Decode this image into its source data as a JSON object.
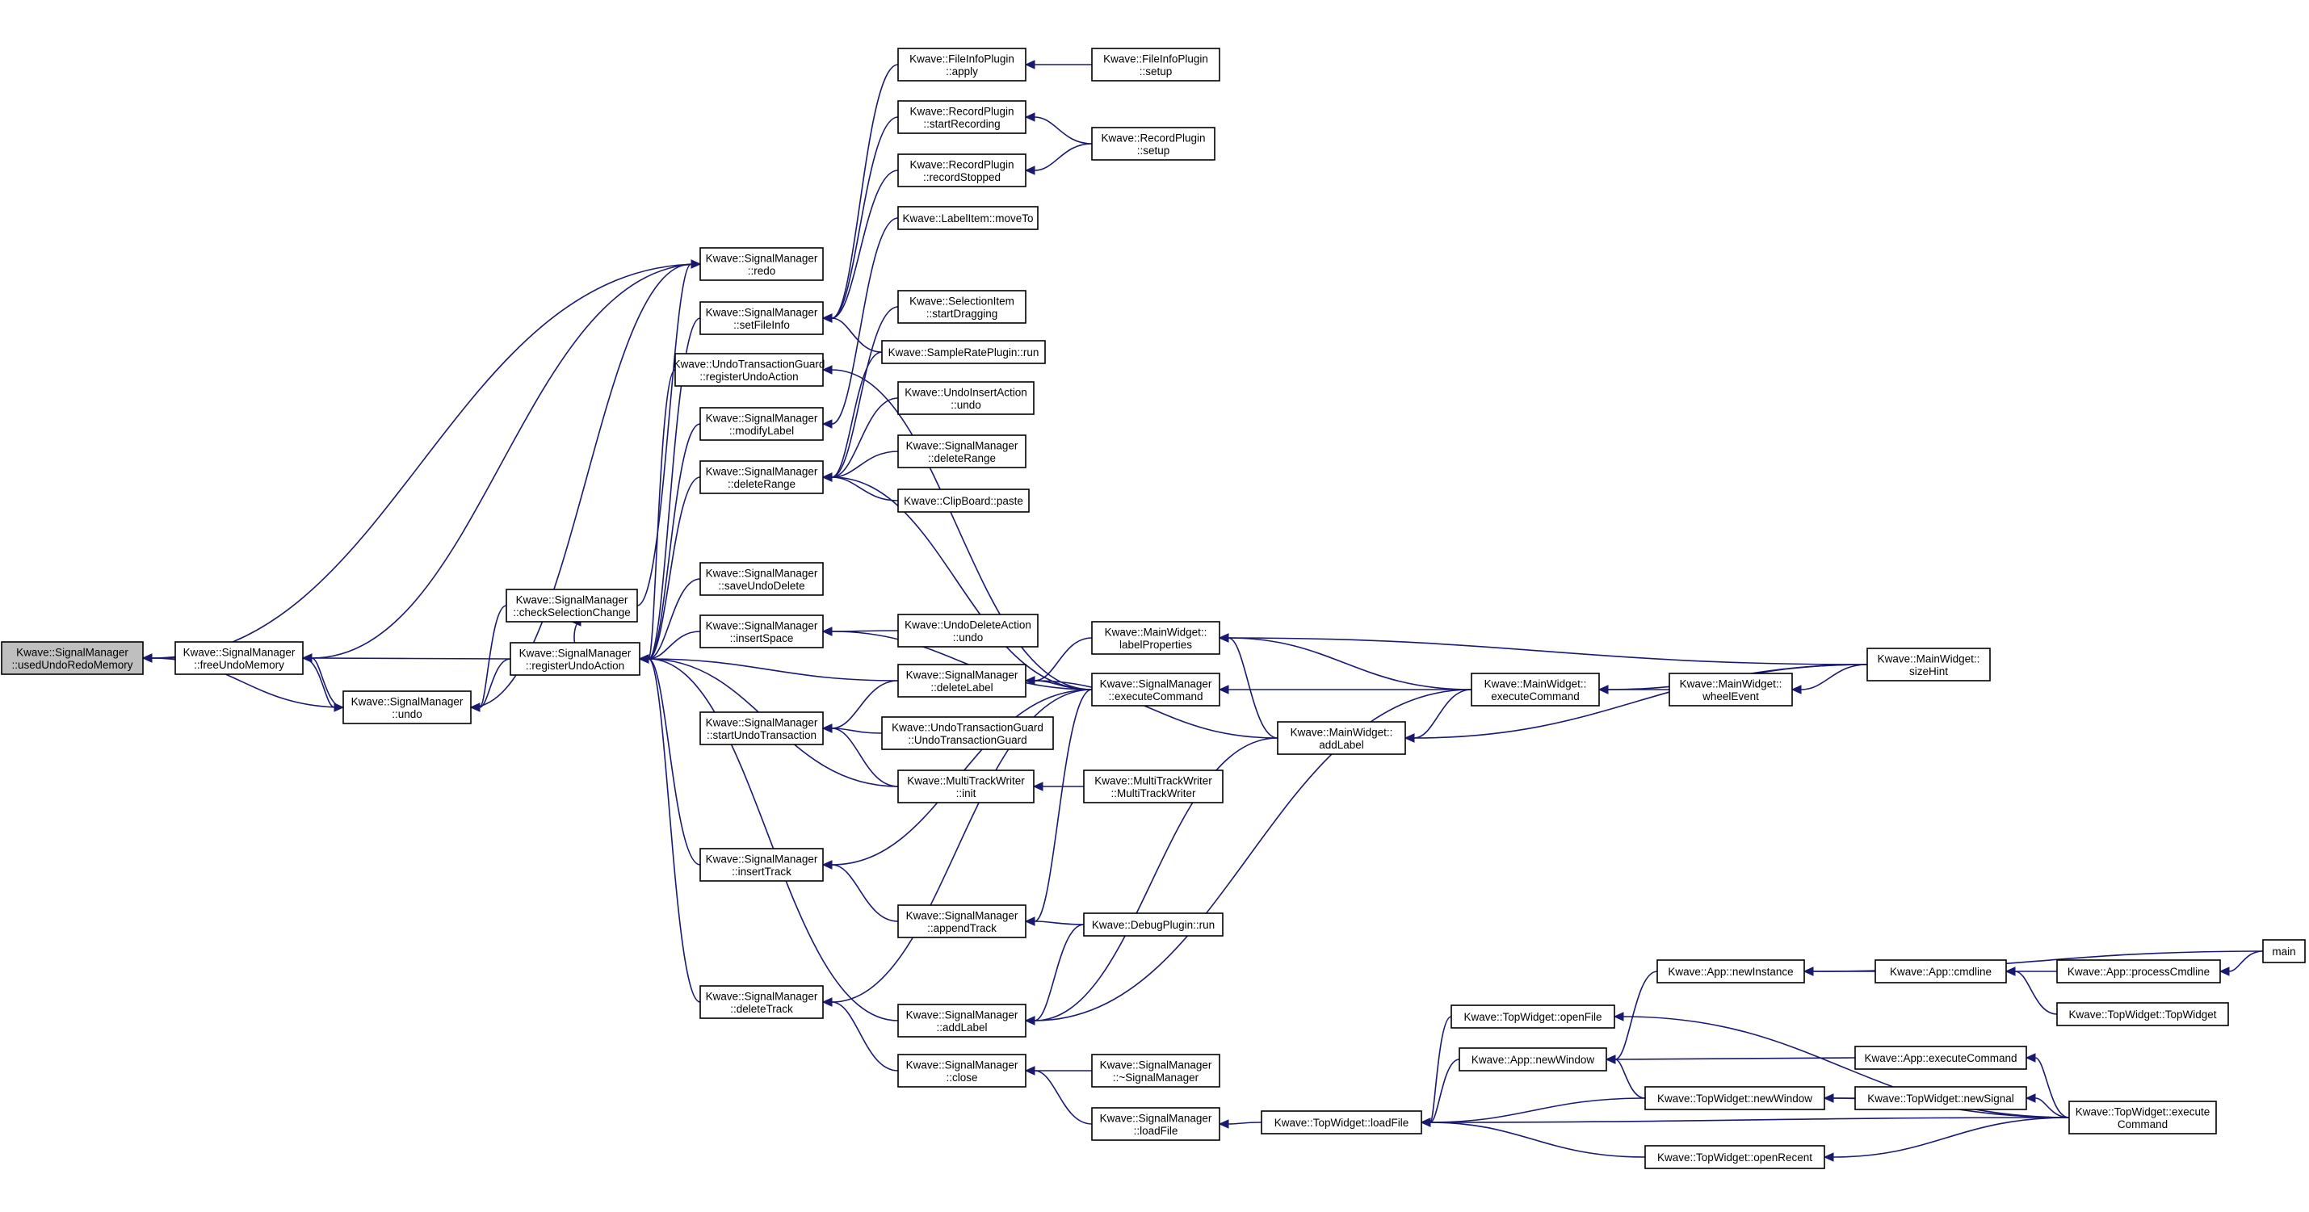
{
  "graph": {
    "edge_color": "#191970",
    "focus_fill": "#bfbfbf",
    "nodes": [
      {
        "id": "usedUndoRedoMemory",
        "lines": [
          "Kwave::SignalManager",
          "::usedUndoRedoMemory"
        ],
        "focus": true
      },
      {
        "id": "freeUndoMemory",
        "lines": [
          "Kwave::SignalManager",
          "::freeUndoMemory"
        ]
      },
      {
        "id": "undo",
        "lines": [
          "Kwave::SignalManager",
          "::undo"
        ]
      },
      {
        "id": "redo",
        "lines": [
          "Kwave::SignalManager",
          "::redo"
        ]
      },
      {
        "id": "checkSelectionChange",
        "lines": [
          "Kwave::SignalManager",
          "::checkSelectionChange"
        ]
      },
      {
        "id": "registerUndoAction",
        "lines": [
          "Kwave::SignalManager",
          "::registerUndoAction"
        ]
      },
      {
        "id": "setFileInfo",
        "lines": [
          "Kwave::SignalManager",
          "::setFileInfo"
        ]
      },
      {
        "id": "utgRegisterUndoAction",
        "lines": [
          "Kwave::UndoTransactionGuard",
          "::registerUndoAction"
        ]
      },
      {
        "id": "modifyLabel",
        "lines": [
          "Kwave::SignalManager",
          "::modifyLabel"
        ]
      },
      {
        "id": "deleteRange",
        "lines": [
          "Kwave::SignalManager",
          "::deleteRange"
        ]
      },
      {
        "id": "saveUndoDelete",
        "lines": [
          "Kwave::SignalManager",
          "::saveUndoDelete"
        ]
      },
      {
        "id": "insertSpace",
        "lines": [
          "Kwave::SignalManager",
          "::insertSpace"
        ]
      },
      {
        "id": "startUndoTransaction",
        "lines": [
          "Kwave::SignalManager",
          "::startUndoTransaction"
        ]
      },
      {
        "id": "insertTrack",
        "lines": [
          "Kwave::SignalManager",
          "::insertTrack"
        ]
      },
      {
        "id": "deleteTrack",
        "lines": [
          "Kwave::SignalManager",
          "::deleteTrack"
        ]
      },
      {
        "id": "fileInfoApply",
        "lines": [
          "Kwave::FileInfoPlugin",
          "::apply"
        ]
      },
      {
        "id": "startRecording",
        "lines": [
          "Kwave::RecordPlugin",
          "::startRecording"
        ]
      },
      {
        "id": "recordStopped",
        "lines": [
          "Kwave::RecordPlugin",
          "::recordStopped"
        ]
      },
      {
        "id": "labelItemMoveTo",
        "lines": [
          "Kwave::LabelItem::moveTo"
        ]
      },
      {
        "id": "startDragging",
        "lines": [
          "Kwave::SelectionItem",
          "::startDragging"
        ]
      },
      {
        "id": "sampleRateRun",
        "lines": [
          "Kwave::SampleRatePlugin::run"
        ]
      },
      {
        "id": "undoInsertUndo",
        "lines": [
          "Kwave::UndoInsertAction",
          "::undo"
        ]
      },
      {
        "id": "smDeleteRange2",
        "lines": [
          "Kwave::SignalManager",
          "::deleteRange"
        ]
      },
      {
        "id": "clipboardPaste",
        "lines": [
          "Kwave::ClipBoard::paste"
        ]
      },
      {
        "id": "undoDeleteUndo",
        "lines": [
          "Kwave::UndoDeleteAction",
          "::undo"
        ]
      },
      {
        "id": "deleteLabel",
        "lines": [
          "Kwave::SignalManager",
          "::deleteLabel"
        ]
      },
      {
        "id": "utgCtor",
        "lines": [
          "Kwave::UndoTransactionGuard",
          "::UndoTransactionGuard"
        ]
      },
      {
        "id": "mtwInit",
        "lines": [
          "Kwave::MultiTrackWriter",
          "::init"
        ]
      },
      {
        "id": "appendTrack",
        "lines": [
          "Kwave::SignalManager",
          "::appendTrack"
        ]
      },
      {
        "id": "smAddLabel",
        "lines": [
          "Kwave::SignalManager",
          "::addLabel"
        ]
      },
      {
        "id": "smClose",
        "lines": [
          "Kwave::SignalManager",
          "::close"
        ]
      },
      {
        "id": "fileInfoSetup",
        "lines": [
          "Kwave::FileInfoPlugin",
          "::setup"
        ]
      },
      {
        "id": "recordSetup",
        "lines": [
          "Kwave::RecordPlugin",
          "::setup"
        ]
      },
      {
        "id": "labelProperties",
        "lines": [
          "Kwave::MainWidget::",
          "labelProperties"
        ]
      },
      {
        "id": "smExecuteCommand",
        "lines": [
          "Kwave::SignalManager",
          "::executeCommand"
        ]
      },
      {
        "id": "mtwCtor",
        "lines": [
          "Kwave::MultiTrackWriter",
          "::MultiTrackWriter"
        ]
      },
      {
        "id": "debugRun",
        "lines": [
          "Kwave::DebugPlugin::run"
        ]
      },
      {
        "id": "smDtor",
        "lines": [
          "Kwave::SignalManager",
          "::~SignalManager"
        ]
      },
      {
        "id": "smLoadFile",
        "lines": [
          "Kwave::SignalManager",
          "::loadFile"
        ]
      },
      {
        "id": "mwAddLabel",
        "lines": [
          "Kwave::MainWidget::",
          "addLabel"
        ]
      },
      {
        "id": "mwExecuteCommand",
        "lines": [
          "Kwave::MainWidget::",
          "executeCommand"
        ]
      },
      {
        "id": "wheelEvent",
        "lines": [
          "Kwave::MainWidget::",
          "wheelEvent"
        ]
      },
      {
        "id": "sizeHint",
        "lines": [
          "Kwave::MainWidget::",
          "sizeHint"
        ]
      },
      {
        "id": "twLoadFile",
        "lines": [
          "Kwave::TopWidget::loadFile"
        ]
      },
      {
        "id": "twOpenFile",
        "lines": [
          "Kwave::TopWidget::openFile"
        ]
      },
      {
        "id": "appNewWindow",
        "lines": [
          "Kwave::App::newWindow"
        ]
      },
      {
        "id": "appNewInstance",
        "lines": [
          "Kwave::App::newInstance"
        ]
      },
      {
        "id": "twNewWindow",
        "lines": [
          "Kwave::TopWidget::newWindow"
        ]
      },
      {
        "id": "twOpenRecent",
        "lines": [
          "Kwave::TopWidget::openRecent"
        ]
      },
      {
        "id": "appCmdline",
        "lines": [
          "Kwave::App::cmdline"
        ]
      },
      {
        "id": "appExecuteCommand",
        "lines": [
          "Kwave::App::executeCommand"
        ]
      },
      {
        "id": "twNewSignal",
        "lines": [
          "Kwave::TopWidget::newSignal"
        ]
      },
      {
        "id": "processCmdline",
        "lines": [
          "Kwave::App::processCmdline"
        ]
      },
      {
        "id": "twCtor",
        "lines": [
          "Kwave::TopWidget::TopWidget"
        ]
      },
      {
        "id": "twExecuteCommand",
        "lines": [
          "Kwave::TopWidget::execute",
          "Command"
        ]
      },
      {
        "id": "main",
        "lines": [
          "main"
        ]
      }
    ],
    "edges": [
      [
        "redo",
        "usedUndoRedoMemory"
      ],
      [
        "undo",
        "usedUndoRedoMemory"
      ],
      [
        "freeUndoMemory",
        "usedUndoRedoMemory"
      ],
      [
        "redo",
        "freeUndoMemory"
      ],
      [
        "undo",
        "freeUndoMemory"
      ],
      [
        "registerUndoAction",
        "freeUndoMemory"
      ],
      [
        "checkSelectionChange",
        "undo"
      ],
      [
        "registerUndoAction",
        "undo"
      ],
      [
        "freeUndoMemory",
        "undo"
      ],
      [
        "undo",
        "redo"
      ],
      [
        "checkSelectionChange",
        "redo"
      ],
      [
        "registerUndoAction",
        "checkSelectionChange"
      ],
      [
        "setFileInfo",
        "registerUndoAction"
      ],
      [
        "utgRegisterUndoAction",
        "registerUndoAction"
      ],
      [
        "modifyLabel",
        "registerUndoAction"
      ],
      [
        "deleteRange",
        "registerUndoAction"
      ],
      [
        "saveUndoDelete",
        "registerUndoAction"
      ],
      [
        "insertSpace",
        "registerUndoAction"
      ],
      [
        "deleteLabel",
        "registerUndoAction"
      ],
      [
        "mtwInit",
        "registerUndoAction"
      ],
      [
        "insertTrack",
        "registerUndoAction"
      ],
      [
        "smAddLabel",
        "registerUndoAction"
      ],
      [
        "deleteTrack",
        "registerUndoAction"
      ],
      [
        "fileInfoApply",
        "setFileInfo"
      ],
      [
        "startRecording",
        "setFileInfo"
      ],
      [
        "recordStopped",
        "setFileInfo"
      ],
      [
        "sampleRateRun",
        "setFileInfo"
      ],
      [
        "fileInfoSetup",
        "fileInfoApply"
      ],
      [
        "recordSetup",
        "startRecording"
      ],
      [
        "recordSetup",
        "recordStopped"
      ],
      [
        "labelItemMoveTo",
        "modifyLabel"
      ],
      [
        "startDragging",
        "deleteRange"
      ],
      [
        "sampleRateRun",
        "deleteRange"
      ],
      [
        "undoInsertUndo",
        "deleteRange"
      ],
      [
        "smDeleteRange2",
        "deleteRange"
      ],
      [
        "clipboardPaste",
        "deleteRange"
      ],
      [
        "smExecuteCommand",
        "deleteRange"
      ],
      [
        "undoDeleteUndo",
        "insertSpace"
      ],
      [
        "smExecuteCommand",
        "insertSpace"
      ],
      [
        "deleteLabel",
        "startUndoTransaction"
      ],
      [
        "utgCtor",
        "startUndoTransaction"
      ],
      [
        "mtwInit",
        "startUndoTransaction"
      ],
      [
        "mtwCtor",
        "mtwInit"
      ],
      [
        "labelProperties",
        "deleteLabel"
      ],
      [
        "smExecuteCommand",
        "deleteLabel"
      ],
      [
        "mwAddLabel",
        "deleteLabel"
      ],
      [
        "appendTrack",
        "insertTrack"
      ],
      [
        "smExecuteCommand",
        "insertTrack"
      ],
      [
        "debugRun",
        "appendTrack"
      ],
      [
        "smExecuteCommand",
        "appendTrack"
      ],
      [
        "smClose",
        "deleteTrack"
      ],
      [
        "smExecuteCommand",
        "deleteTrack"
      ],
      [
        "smDtor",
        "smClose"
      ],
      [
        "smLoadFile",
        "smClose"
      ],
      [
        "twLoadFile",
        "smLoadFile"
      ],
      [
        "debugRun",
        "smAddLabel"
      ],
      [
        "mwAddLabel",
        "smAddLabel"
      ],
      [
        "mwExecuteCommand",
        "smAddLabel"
      ],
      [
        "smExecuteCommand",
        "utgRegisterUndoAction"
      ],
      [
        "mwExecuteCommand",
        "labelProperties"
      ],
      [
        "sizeHint",
        "labelProperties"
      ],
      [
        "mwExecuteCommand",
        "smExecuteCommand"
      ],
      [
        "mwAddLabel",
        "labelProperties"
      ],
      [
        "mwExecuteCommand",
        "mwAddLabel"
      ],
      [
        "sizeHint",
        "mwAddLabel"
      ],
      [
        "wheelEvent",
        "mwExecuteCommand"
      ],
      [
        "sizeHint",
        "mwExecuteCommand"
      ],
      [
        "sizeHint",
        "wheelEvent"
      ],
      [
        "twOpenFile",
        "twLoadFile"
      ],
      [
        "appNewWindow",
        "twLoadFile"
      ],
      [
        "twNewWindow",
        "twLoadFile"
      ],
      [
        "twOpenRecent",
        "twLoadFile"
      ],
      [
        "twExecuteCommand",
        "twLoadFile"
      ],
      [
        "appNewInstance",
        "appNewWindow"
      ],
      [
        "twNewWindow",
        "appNewWindow"
      ],
      [
        "appExecuteCommand",
        "appNewWindow"
      ],
      [
        "appCmdline",
        "appNewInstance"
      ],
      [
        "main",
        "appNewInstance"
      ],
      [
        "processCmdline",
        "appCmdline"
      ],
      [
        "twCtor",
        "appCmdline"
      ],
      [
        "main",
        "processCmdline"
      ],
      [
        "twNewSignal",
        "twNewWindow"
      ],
      [
        "twExecuteCommand",
        "twNewWindow"
      ],
      [
        "twExecuteCommand",
        "twNewSignal"
      ],
      [
        "twExecuteCommand",
        "twOpenFile"
      ],
      [
        "twExecuteCommand",
        "twOpenRecent"
      ],
      [
        "twExecuteCommand",
        "appExecuteCommand"
      ]
    ]
  }
}
